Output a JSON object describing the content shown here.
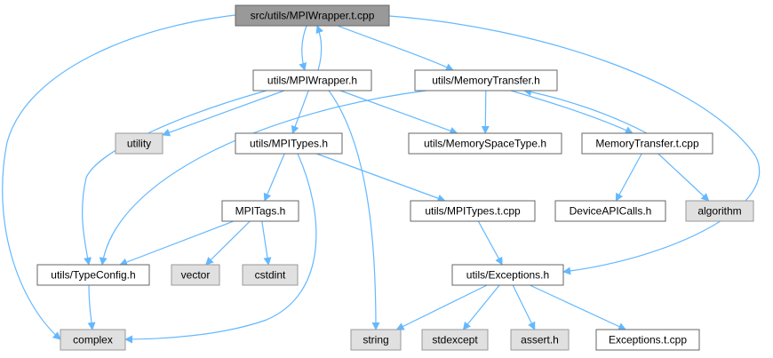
{
  "colors": {
    "edge": "#63b8ff",
    "root_fill": "#999999",
    "root_stroke": "#666666",
    "file_fill": "#ffffff",
    "file_stroke": "#666666",
    "system_fill": "#e0e0e0",
    "system_stroke": "#999999"
  },
  "nodes": [
    {
      "id": "root",
      "label": "src/utils/MPIWrapper.t.cpp",
      "kind": "root"
    },
    {
      "id": "mpiwrapper_h",
      "label": "utils/MPIWrapper.h",
      "kind": "file"
    },
    {
      "id": "memtransfer_h",
      "label": "utils/MemoryTransfer.h",
      "kind": "file"
    },
    {
      "id": "utility",
      "label": "utility",
      "kind": "system"
    },
    {
      "id": "mpitypes_h",
      "label": "utils/MPITypes.h",
      "kind": "file"
    },
    {
      "id": "memspacetype_h",
      "label": "utils/MemorySpaceType.h",
      "kind": "file"
    },
    {
      "id": "memtransfer_tcpp",
      "label": "MemoryTransfer.t.cpp",
      "kind": "file"
    },
    {
      "id": "mpitags_h",
      "label": "MPITags.h",
      "kind": "file"
    },
    {
      "id": "mpitypes_tcpp",
      "label": "utils/MPITypes.t.cpp",
      "kind": "file"
    },
    {
      "id": "deviceapi_h",
      "label": "DeviceAPICalls.h",
      "kind": "file"
    },
    {
      "id": "algorithm",
      "label": "algorithm",
      "kind": "system"
    },
    {
      "id": "typeconfig_h",
      "label": "utils/TypeConfig.h",
      "kind": "file"
    },
    {
      "id": "vector",
      "label": "vector",
      "kind": "system"
    },
    {
      "id": "cstdint",
      "label": "cstdint",
      "kind": "system"
    },
    {
      "id": "exceptions_h",
      "label": "utils/Exceptions.h",
      "kind": "file"
    },
    {
      "id": "complex",
      "label": "complex",
      "kind": "system"
    },
    {
      "id": "string",
      "label": "string",
      "kind": "system"
    },
    {
      "id": "stdexcept",
      "label": "stdexcept",
      "kind": "system"
    },
    {
      "id": "assert_h",
      "label": "assert.h",
      "kind": "system"
    },
    {
      "id": "exceptions_tcpp",
      "label": "Exceptions.t.cpp",
      "kind": "file"
    }
  ],
  "edges": [
    {
      "from": "root",
      "to": "mpiwrapper_h"
    },
    {
      "from": "mpiwrapper_h",
      "to": "root"
    },
    {
      "from": "root",
      "to": "memtransfer_h"
    },
    {
      "from": "root",
      "to": "complex"
    },
    {
      "from": "root",
      "to": "exceptions_h"
    },
    {
      "from": "mpiwrapper_h",
      "to": "utility"
    },
    {
      "from": "mpiwrapper_h",
      "to": "mpitypes_h"
    },
    {
      "from": "mpiwrapper_h",
      "to": "memspacetype_h"
    },
    {
      "from": "mpiwrapper_h",
      "to": "typeconfig_h"
    },
    {
      "from": "mpiwrapper_h",
      "to": "string"
    },
    {
      "from": "memtransfer_h",
      "to": "memspacetype_h"
    },
    {
      "from": "memtransfer_h",
      "to": "memtransfer_tcpp"
    },
    {
      "from": "memtransfer_tcpp",
      "to": "memtransfer_h"
    },
    {
      "from": "memtransfer_h",
      "to": "typeconfig_h"
    },
    {
      "from": "memtransfer_tcpp",
      "to": "deviceapi_h"
    },
    {
      "from": "memtransfer_tcpp",
      "to": "algorithm"
    },
    {
      "from": "mpitypes_h",
      "to": "mpitags_h"
    },
    {
      "from": "mpitypes_h",
      "to": "mpitypes_tcpp"
    },
    {
      "from": "mpitypes_h",
      "to": "complex"
    },
    {
      "from": "mpitags_h",
      "to": "typeconfig_h"
    },
    {
      "from": "mpitags_h",
      "to": "vector"
    },
    {
      "from": "mpitags_h",
      "to": "cstdint"
    },
    {
      "from": "mpitypes_tcpp",
      "to": "exceptions_h"
    },
    {
      "from": "typeconfig_h",
      "to": "complex"
    },
    {
      "from": "exceptions_h",
      "to": "string"
    },
    {
      "from": "exceptions_h",
      "to": "stdexcept"
    },
    {
      "from": "exceptions_h",
      "to": "assert_h"
    },
    {
      "from": "exceptions_h",
      "to": "exceptions_tcpp"
    }
  ]
}
